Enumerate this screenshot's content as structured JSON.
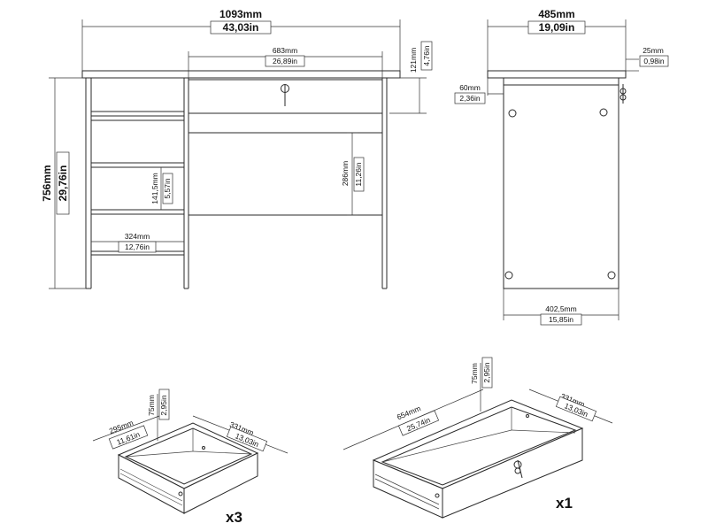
{
  "front_view": {
    "width_mm": "1093mm",
    "width_in": "43,03in",
    "drawer_width_mm": "683mm",
    "drawer_width_in": "26,89in",
    "drawer_height_mm": "121mm",
    "drawer_height_in": "4,76in",
    "height_mm": "756mm",
    "height_in": "29,76in",
    "knee_height_mm": "286mm",
    "knee_height_in": "11,26in",
    "side_drawer_height_mm": "141,5mm",
    "side_drawer_height_in": "5,57in",
    "side_drawer_width_mm": "324mm",
    "side_drawer_width_in": "12,76in"
  },
  "side_view": {
    "depth_mm": "485mm",
    "depth_in": "19,09in",
    "top_thickness_mm": "25mm",
    "top_thickness_in": "0,98in",
    "setback_mm": "60mm",
    "setback_in": "2,36in",
    "leg_depth_mm": "402,5mm",
    "leg_depth_in": "15,85in"
  },
  "small_drawer": {
    "height_mm": "75mm",
    "height_in": "2,95in",
    "width_mm": "295mm",
    "width_in": "11,61in",
    "depth_mm": "331mm",
    "depth_in": "13,03in",
    "quantity": "x3"
  },
  "large_drawer": {
    "height_mm": "75mm",
    "height_in": "2,95in",
    "width_mm": "654mm",
    "width_in": "25,74in",
    "depth_mm": "331mm",
    "depth_in": "13,03in",
    "quantity": "x1"
  }
}
